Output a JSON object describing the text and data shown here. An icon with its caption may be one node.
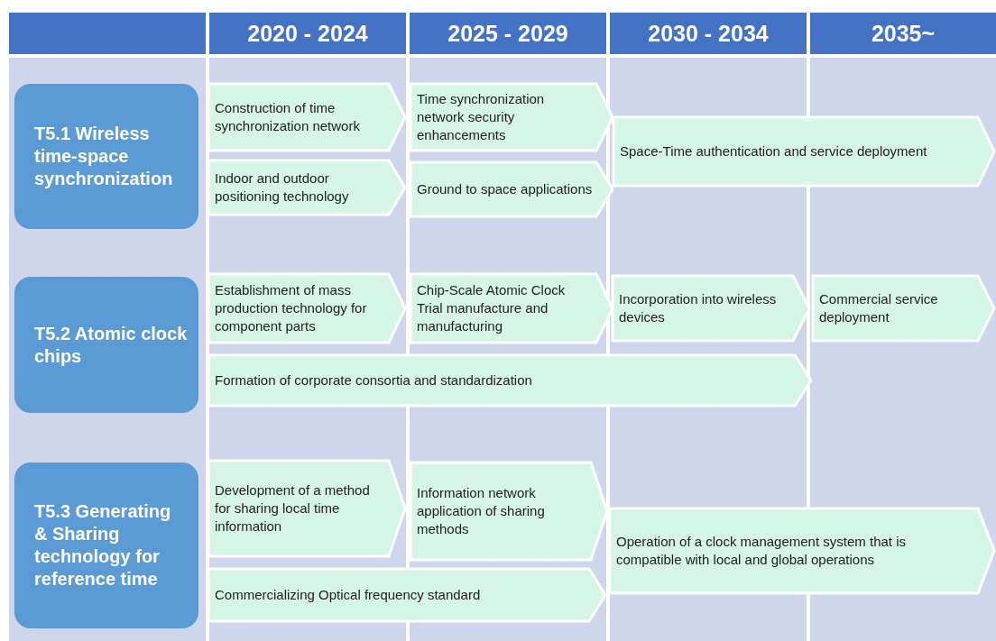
{
  "diagram": {
    "nodes": [
      {
        "text": [],
        "shape": "box"
      },
      {
        "text": [
          "2020 - 2024"
        ]
      },
      {
        "text": [
          "2025 - 2029"
        ]
      },
      {
        "text": [
          "2030 - 2034"
        ]
      },
      {
        "text": [
          "2035~"
        ]
      },
      {
        "text": [
          "T5.1 Wireless time-space synchronization"
        ]
      },
      {
        "text": [
          "Construction of time synchronization network"
        ]
      },
      {
        "text": [
          "Time synchronization network security enhancements"
        ]
      },
      {
        "text": [
          "Indoor and outdoor positioning technology"
        ]
      },
      {
        "text": [
          "Ground to space applications"
        ]
      },
      {
        "text": [
          "Space-Time authentication and service deployment"
        ]
      },
      {
        "text": [
          "T5.2 Atomic clock chips"
        ]
      },
      {
        "text": [
          "Establishment of mass production technology for component parts"
        ]
      },
      {
        "text": [
          "Chip-Scale Atomic Clock Trial manufacture and manufacturing"
        ]
      },
      {
        "text": [
          "Incorporation into wireless devices"
        ]
      },
      {
        "text": [
          "Commercial service deployment"
        ]
      },
      {
        "text": [
          "Formation of corporate consortia and standardization"
        ]
      },
      {
        "text": [
          "T5.3 Generating & Sharing technology for reference time"
        ]
      },
      {
        "text": [
          "Development of a method for sharing local time information"
        ]
      },
      {
        "text": [
          "Information network application of sharing methods"
        ]
      },
      {
        "text": [
          "Operation of a clock management system that is compatible with local and global operations"
        ]
      },
      {
        "text": [
          "Commercializing Optical frequency standard"
        ]
      }
    ]
  }
}
